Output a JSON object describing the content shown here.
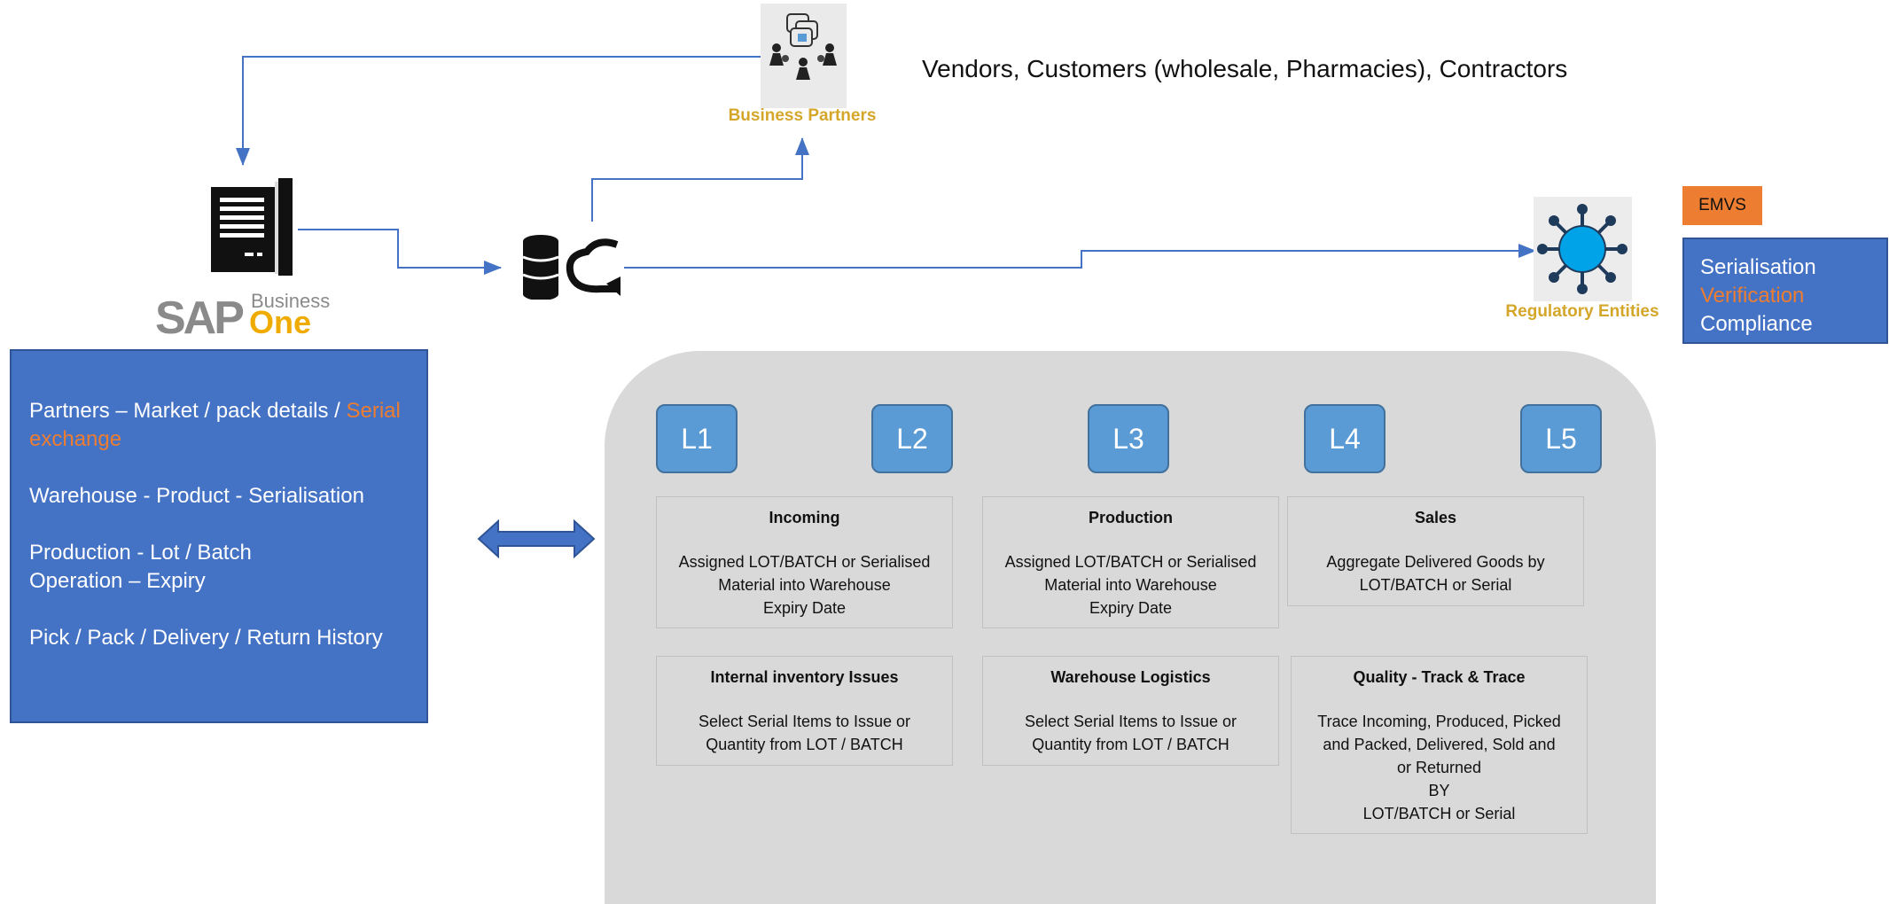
{
  "business_partners": {
    "caption": "Business Partners",
    "description": "Vendors, Customers (wholesale, Pharmacies), Contractors"
  },
  "regulatory": {
    "caption": "Regulatory Entities"
  },
  "emvs": {
    "label": "EMVS",
    "lines": [
      "Serialisation",
      "Verification",
      "Compliance"
    ]
  },
  "sap": {
    "logo_main": "SAP",
    "logo_business": "Business",
    "logo_one": "One"
  },
  "left_box": {
    "partners_prefix": "Partners – Market / pack details / ",
    "partners_highlight": "Serial exchange",
    "warehouse": "Warehouse - Product - Serialisation",
    "production_line1": "Production - Lot / Batch",
    "production_line2": "Operation – Expiry",
    "history": "Pick / Pack / Delivery / Return History"
  },
  "levels": [
    "L1",
    "L2",
    "L3",
    "L4",
    "L5"
  ],
  "cards": {
    "incoming": {
      "title": "Incoming",
      "body": "Assigned LOT/BATCH or Serialised\nMaterial into Warehouse\nExpiry Date"
    },
    "production": {
      "title": "Production",
      "body": "Assigned LOT/BATCH or Serialised\nMaterial into Warehouse\nExpiry Date"
    },
    "sales": {
      "title": "Sales",
      "body": "Aggregate Delivered Goods by\nLOT/BATCH or Serial"
    },
    "internal": {
      "title": "Internal inventory Issues",
      "body": "Select Serial Items to Issue or\nQuantity from LOT / BATCH"
    },
    "logistics": {
      "title": "Warehouse Logistics",
      "body": "Select Serial Items to Issue or\nQuantity from LOT / BATCH"
    },
    "quality": {
      "title": "Quality - Track & Trace",
      "body": "Trace Incoming, Produced, Picked\nand Packed, Delivered, Sold and\nor Returned\nBY\nLOT/BATCH or Serial"
    }
  },
  "colors": {
    "accent_blue": "#4472c4",
    "connector_blue": "#4472c4",
    "level_blue": "#5b9bd5",
    "orange": "#ed7d31",
    "gold_caption": "#d4a62a",
    "panel_gray": "#d9d9d9"
  }
}
